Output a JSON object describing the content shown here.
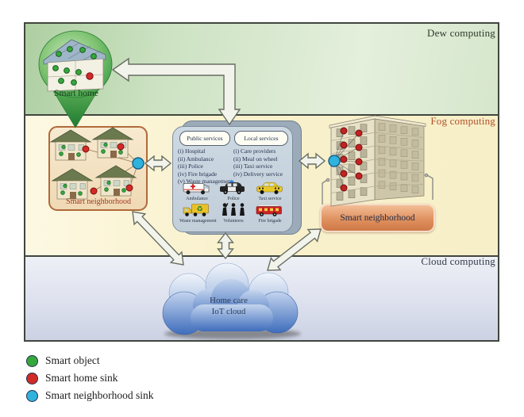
{
  "bands": {
    "dew": {
      "label": "Dew computing"
    },
    "fog": {
      "label": "Fog computing"
    },
    "cloud": {
      "label": "Cloud computing"
    }
  },
  "smart_home": {
    "label": "Smart home"
  },
  "left_neighborhood": {
    "label": "Smart neighborhood"
  },
  "right_neighborhood": {
    "label": "Smart neighborhood"
  },
  "services_panel": {
    "public": {
      "title": "Public services",
      "items": [
        "(i) Hospital",
        "(ii) Ambulance",
        "(iii) Police",
        "(iv) Fire brigade",
        "(v) Waste management"
      ]
    },
    "local": {
      "title": "Local services",
      "items": [
        "(i) Care providers",
        "(ii) Meal on wheel",
        "(iii) Taxi service",
        "(iv) Delivery service"
      ]
    },
    "icons": [
      {
        "name": "ambulance-icon",
        "label": "Ambulance"
      },
      {
        "name": "police-car-icon",
        "label": "Police"
      },
      {
        "name": "taxi-icon",
        "label": "Taxi service"
      },
      {
        "name": "waste-truck-icon",
        "label": "Waste management"
      },
      {
        "name": "volunteers-icon",
        "label": "Volunteers"
      },
      {
        "name": "fire-truck-icon",
        "label": "Fire brigade"
      }
    ]
  },
  "cloud_node": {
    "line1": "Home care",
    "line2": "IoT cloud"
  },
  "legend": [
    {
      "color": "#35a83c",
      "label": "Smart object"
    },
    {
      "color": "#d22a26",
      "label": "Smart home sink"
    },
    {
      "color": "#2fb2dc",
      "label": "Smart neighborhood sink"
    }
  ],
  "colors": {
    "dew_band": "#cde2c3",
    "fog_band": "#f9f1cc",
    "cloud_band": "#dde1ee",
    "fog_label": "#b0512b",
    "neighborhood_border": "#b06a3a",
    "cloud_fill": "#4874c2"
  }
}
